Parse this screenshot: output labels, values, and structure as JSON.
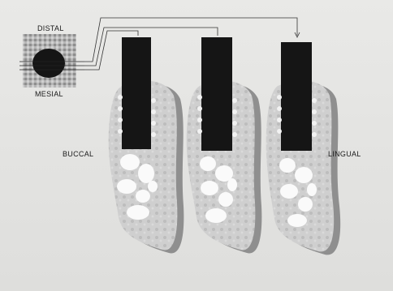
{
  "labels": {
    "distal": "DISTAL",
    "mesial": "MESIAL",
    "buccal": "BUCCAL",
    "lingual": "LINGUAL"
  },
  "colors": {
    "background": "#e3e3e1",
    "implant": "#151515",
    "bone_dark": "#4a4a4a",
    "bone_light": "#f7f7f7",
    "shadow": "#8c8c8c",
    "grid_speckle": "#9a9a9a"
  }
}
